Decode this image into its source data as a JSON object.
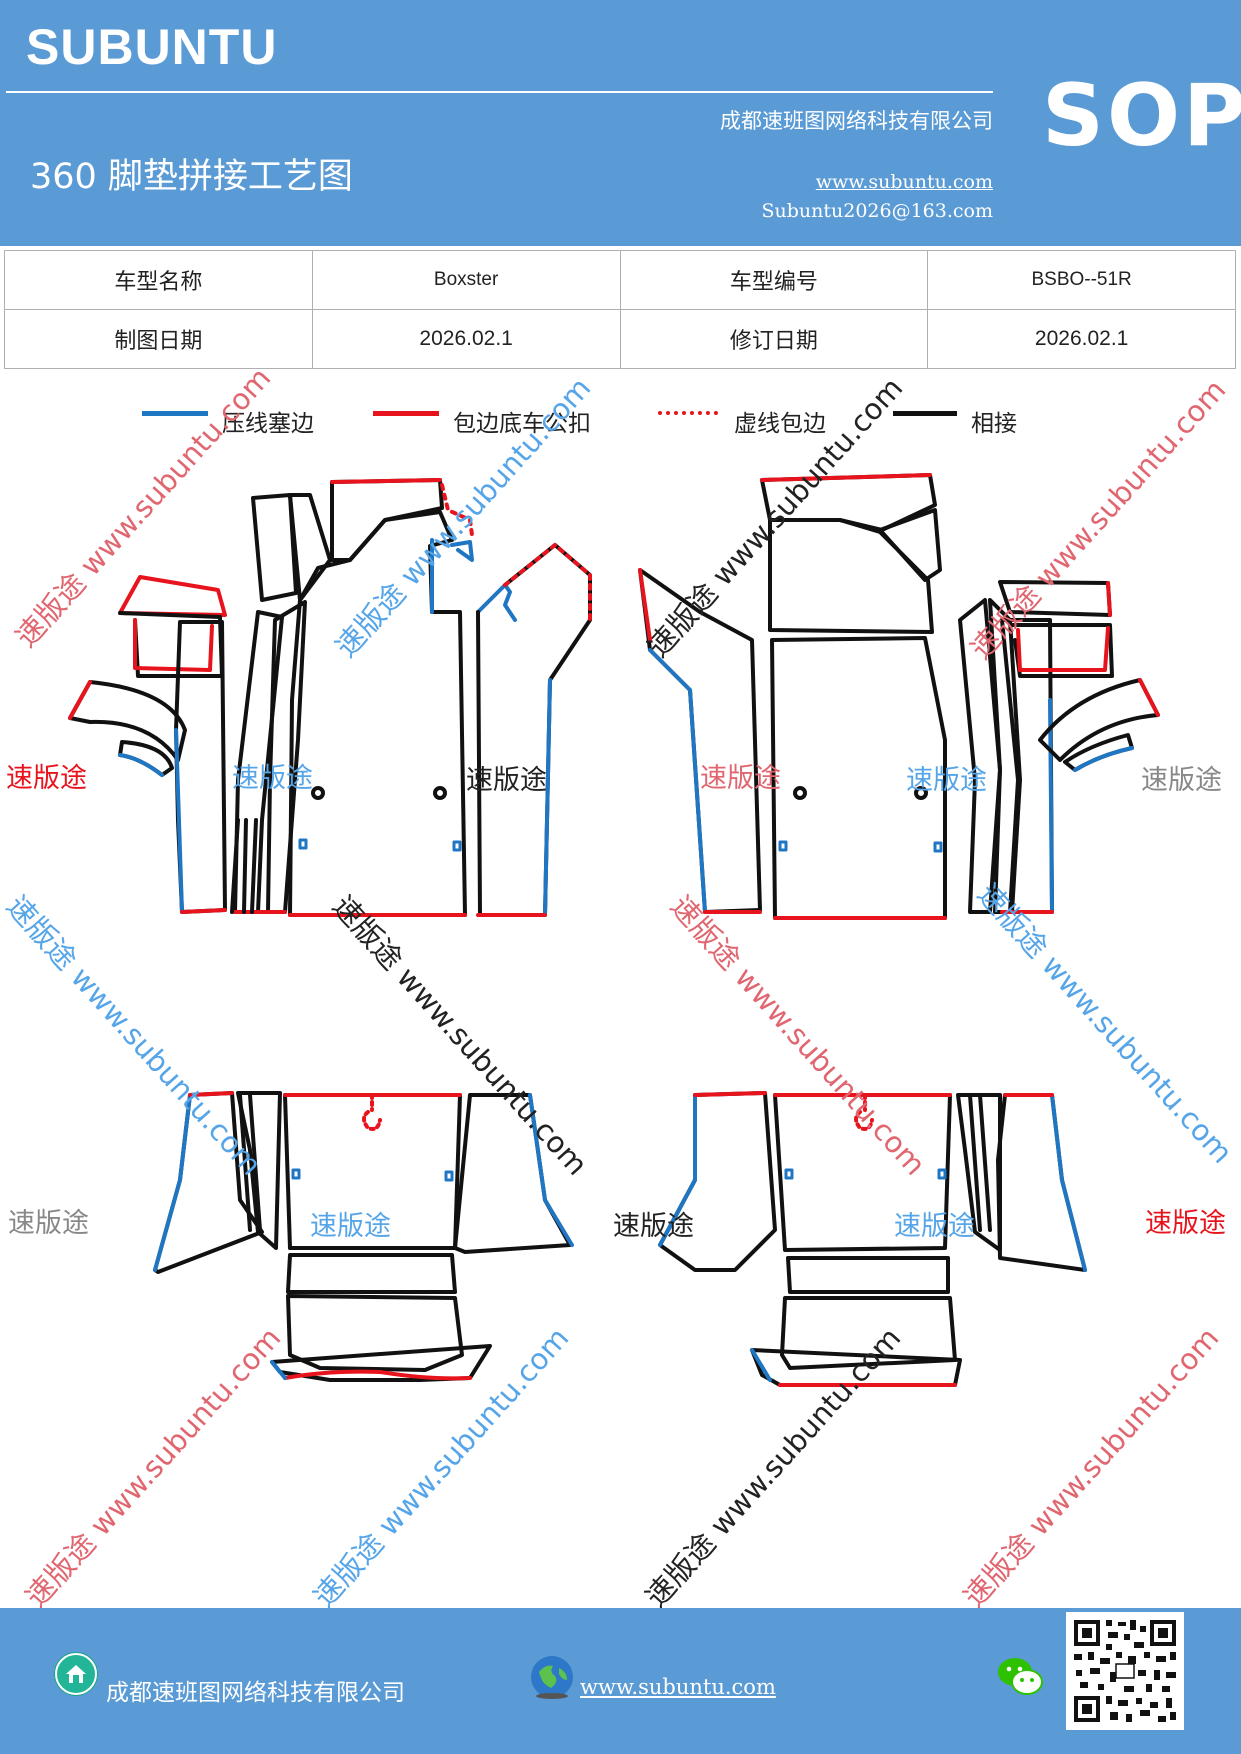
{
  "header": {
    "brand": "SUBUNTU",
    "company": "成都速班图网络科技有限公司",
    "title": "360 脚垫拼接工艺图",
    "website": "www.subuntu.com",
    "email": "Subuntu2026@163.com",
    "sop": "SOP"
  },
  "info_table": {
    "rows": [
      {
        "label1": "车型名称",
        "value1": "Boxster",
        "label2": "车型编号",
        "value2": "BSBO--51R"
      },
      {
        "label1": "制图日期",
        "value1": "2026.02.1",
        "label2": "修订日期",
        "value2": "2026.02.1"
      }
    ]
  },
  "legend": [
    {
      "label": "压线塞边",
      "color": "#1f77c4",
      "style": "solid"
    },
    {
      "label": "包边底车公扣",
      "color": "#e8141d",
      "style": "solid"
    },
    {
      "label": "虚线包边",
      "color": "#e8141d",
      "style": "dotted"
    },
    {
      "label": "相接",
      "color": "#111111",
      "style": "solid"
    }
  ],
  "watermarks": {
    "url_text": "速版途 www.subuntu.com",
    "brand_text": "速版途"
  },
  "footer": {
    "company": "成都速班图网络科技有限公司",
    "website": "www.subuntu.com"
  },
  "colors": {
    "header_bg": "#5b9bd5",
    "blue_line": "#1f77c4",
    "red_line": "#e8141d",
    "black_line": "#111111"
  },
  "icons": [
    "home-icon",
    "globe-icon",
    "wechat-icon",
    "qr-code"
  ]
}
